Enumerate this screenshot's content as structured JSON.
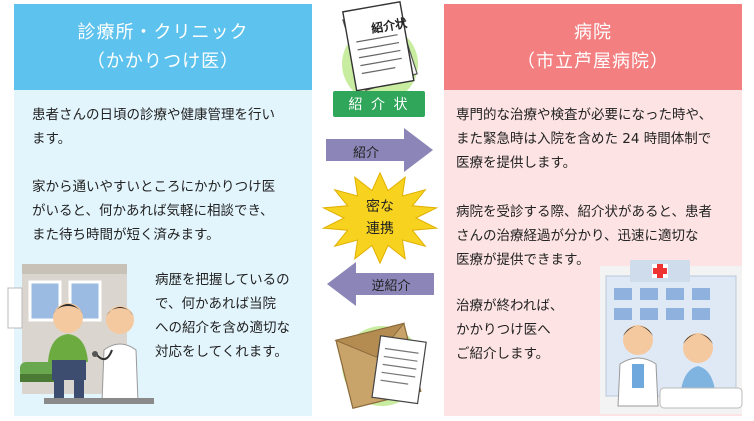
{
  "clinic": {
    "title": "診療所・クリニック",
    "subtitle": "（かかりつけ医）",
    "para1": [
      "患者さんの日頃の診療や健康管理を行い",
      "ます。"
    ],
    "para2": [
      "家から通いやすいところにかかりつけ医",
      "がいると、何かあれば気軽に相談でき、",
      "また待ち時間が短く済みます。"
    ],
    "para3": [
      "病歴を把握しているの",
      "で、何かあれば当院",
      "への紹介を含め適切な",
      "対応をしてくれます。"
    ]
  },
  "hospital": {
    "title": "病院",
    "subtitle": "（市立芦屋病院）",
    "para1": [
      "専門的な治療や検査が必要になった時や、",
      "また緊急時は入院を含めた 24 時間体制で",
      "医療を提供します。"
    ],
    "para2": [
      "病院を受診する際、紹介状があると、患者",
      "さんの治療経過が分かり、迅速に適切な",
      "医療が提供できます。"
    ],
    "para3": [
      "治療が終われば、",
      "かかりつけ医へ",
      "ご紹介します。"
    ]
  },
  "center": {
    "letter_stamp": "紹介状",
    "badge": "紹 介 状",
    "arrow_right": "紹介",
    "burst": [
      "密な",
      "連携"
    ],
    "arrow_left": "逆紹介"
  },
  "colors": {
    "clinic_header": "#5dc3ee",
    "clinic_body": "#e2f5fd",
    "hospital_header": "#f37f80",
    "hospital_body": "#fde3e3",
    "badge_green": "#2fa65a",
    "arrow_purple": "#8c86b8",
    "burst_yellow": "#f7d21e"
  }
}
